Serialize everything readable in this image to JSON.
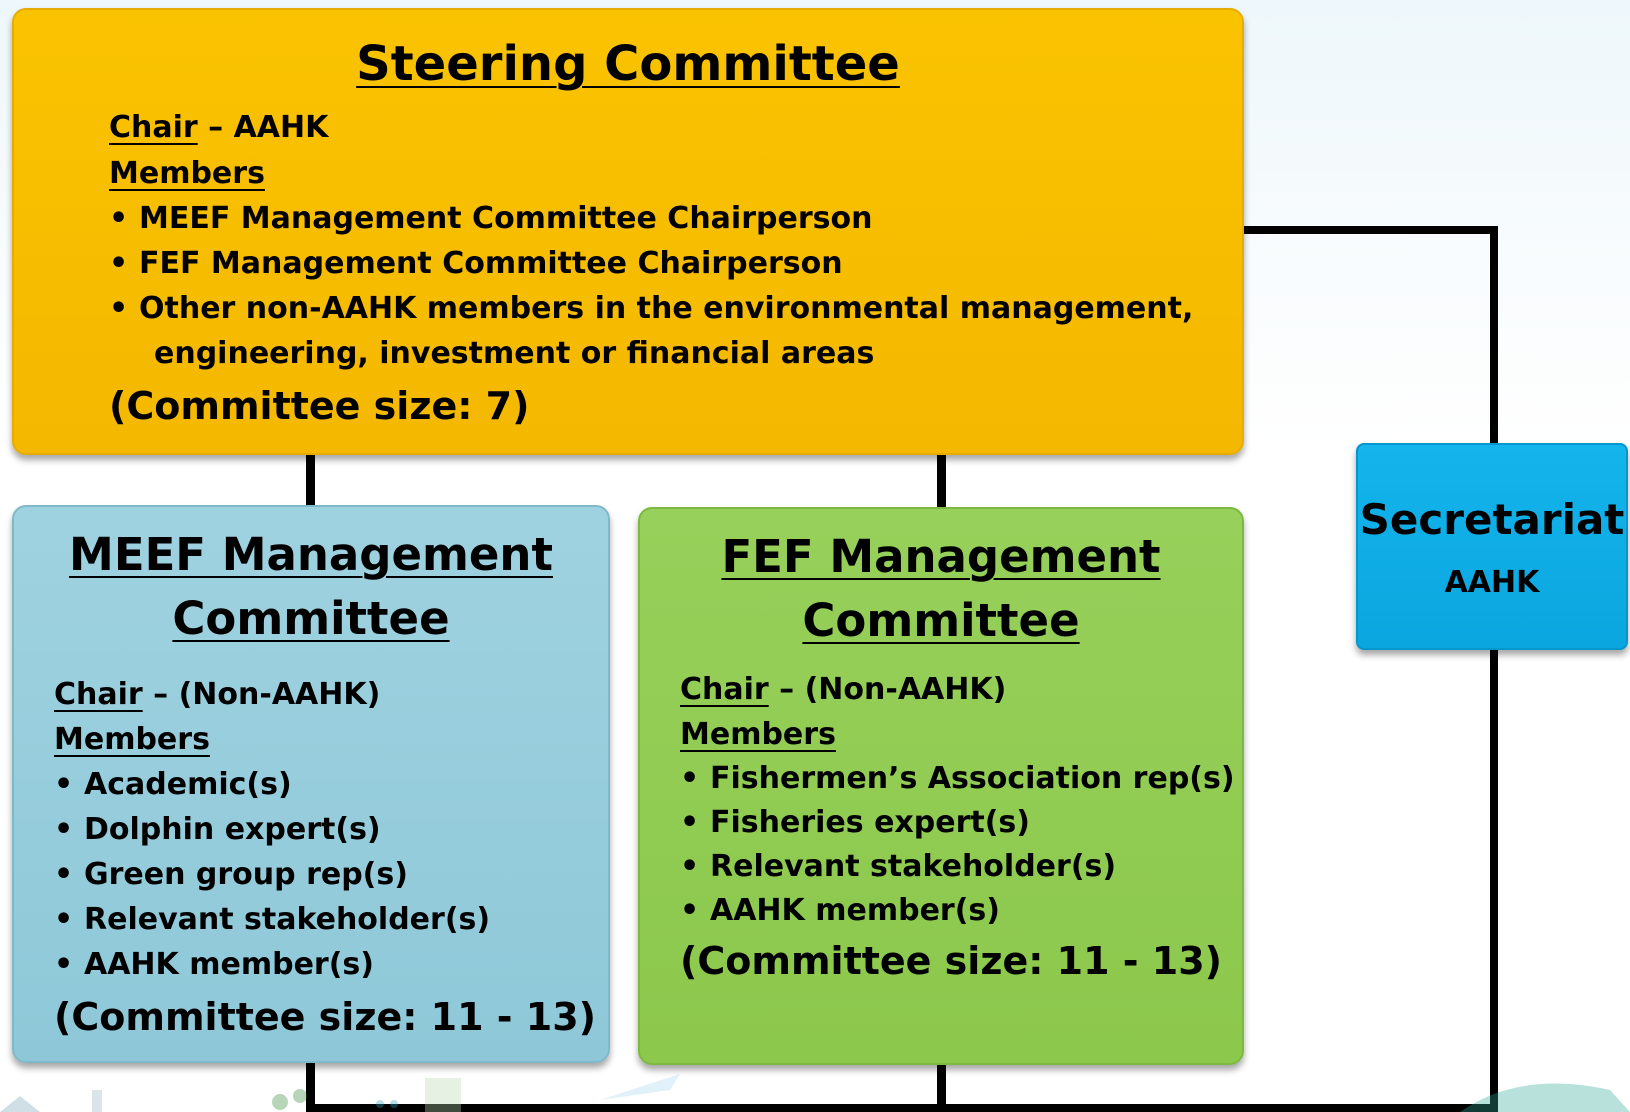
{
  "steering": {
    "title": "Steering Committee",
    "chair_label": "Chair",
    "chair_value": " – AAHK",
    "members_label": "Members",
    "members": [
      "MEEF Management Committee Chairperson",
      "FEF Management Committee Chairperson",
      "Other non-AAHK members in the environmental management,"
    ],
    "members_continuation": "engineering, investment or financial areas",
    "size": "(Committee size: 7)"
  },
  "meef": {
    "title_line1": "MEEF Management",
    "title_line2": "Committee",
    "chair_label": "Chair",
    "chair_value": " – (Non-AAHK)",
    "members_label": "Members",
    "members": [
      "Academic(s)",
      "Dolphin expert(s)",
      "Green group rep(s)",
      "Relevant stakeholder(s)",
      "AAHK member(s)"
    ],
    "size": "(Committee size: 11 - 13)"
  },
  "fef": {
    "title_line1": "FEF Management",
    "title_line2": "Committee",
    "chair_label": "Chair",
    "chair_value": " – (Non-AAHK)",
    "members_label": "Members",
    "members": [
      "Fishermen’s Association rep(s)",
      "Fisheries expert(s)",
      "Relevant stakeholder(s)",
      "AAHK member(s)"
    ],
    "size": "(Committee size: 11 - 13)"
  },
  "secretariat": {
    "title": "Secretariat",
    "org": "AAHK"
  },
  "colors": {
    "steering": "#F7BE00",
    "meef": "#92CDDC",
    "fef": "#92D050",
    "secretariat": "#00B0F0",
    "connector": "#000000"
  },
  "bullet_glyph": "•"
}
